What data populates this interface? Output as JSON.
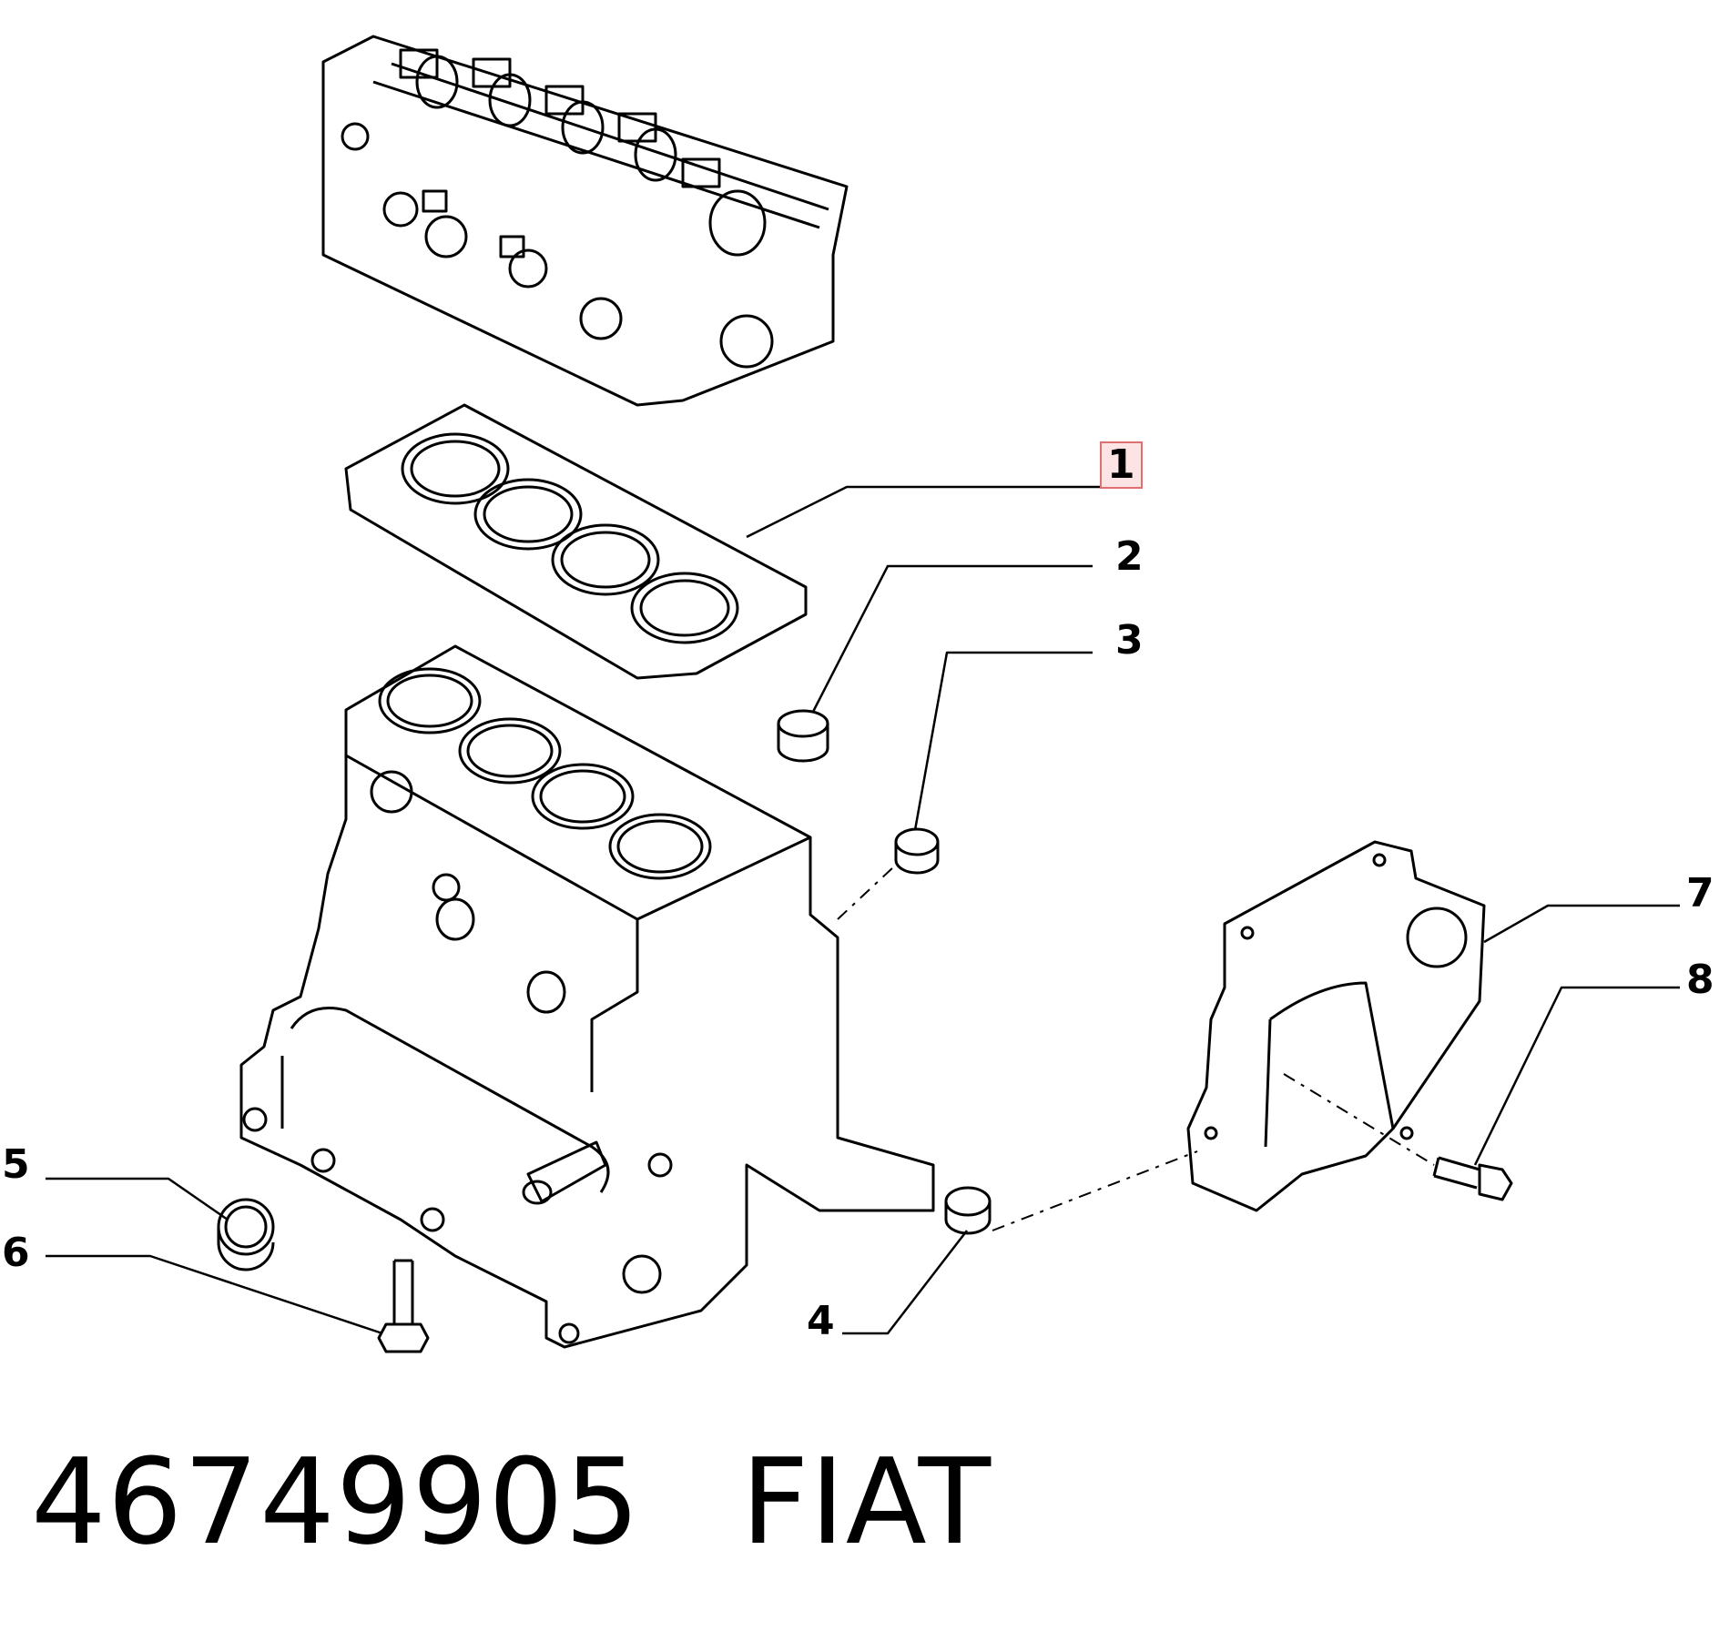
{
  "callouts": [
    {
      "id": "1",
      "label": "1",
      "highlighted": true
    },
    {
      "id": "2",
      "label": "2"
    },
    {
      "id": "3",
      "label": "3"
    },
    {
      "id": "4",
      "label": "4"
    },
    {
      "id": "5",
      "label": "5"
    },
    {
      "id": "6",
      "label": "6"
    },
    {
      "id": "7",
      "label": "7"
    },
    {
      "id": "8",
      "label": "8"
    }
  ],
  "part_number": "46749905",
  "brand": "FIAT",
  "colors": {
    "line": "#000000",
    "highlight_fill": "#fde4e4",
    "highlight_border": "#e07070"
  }
}
